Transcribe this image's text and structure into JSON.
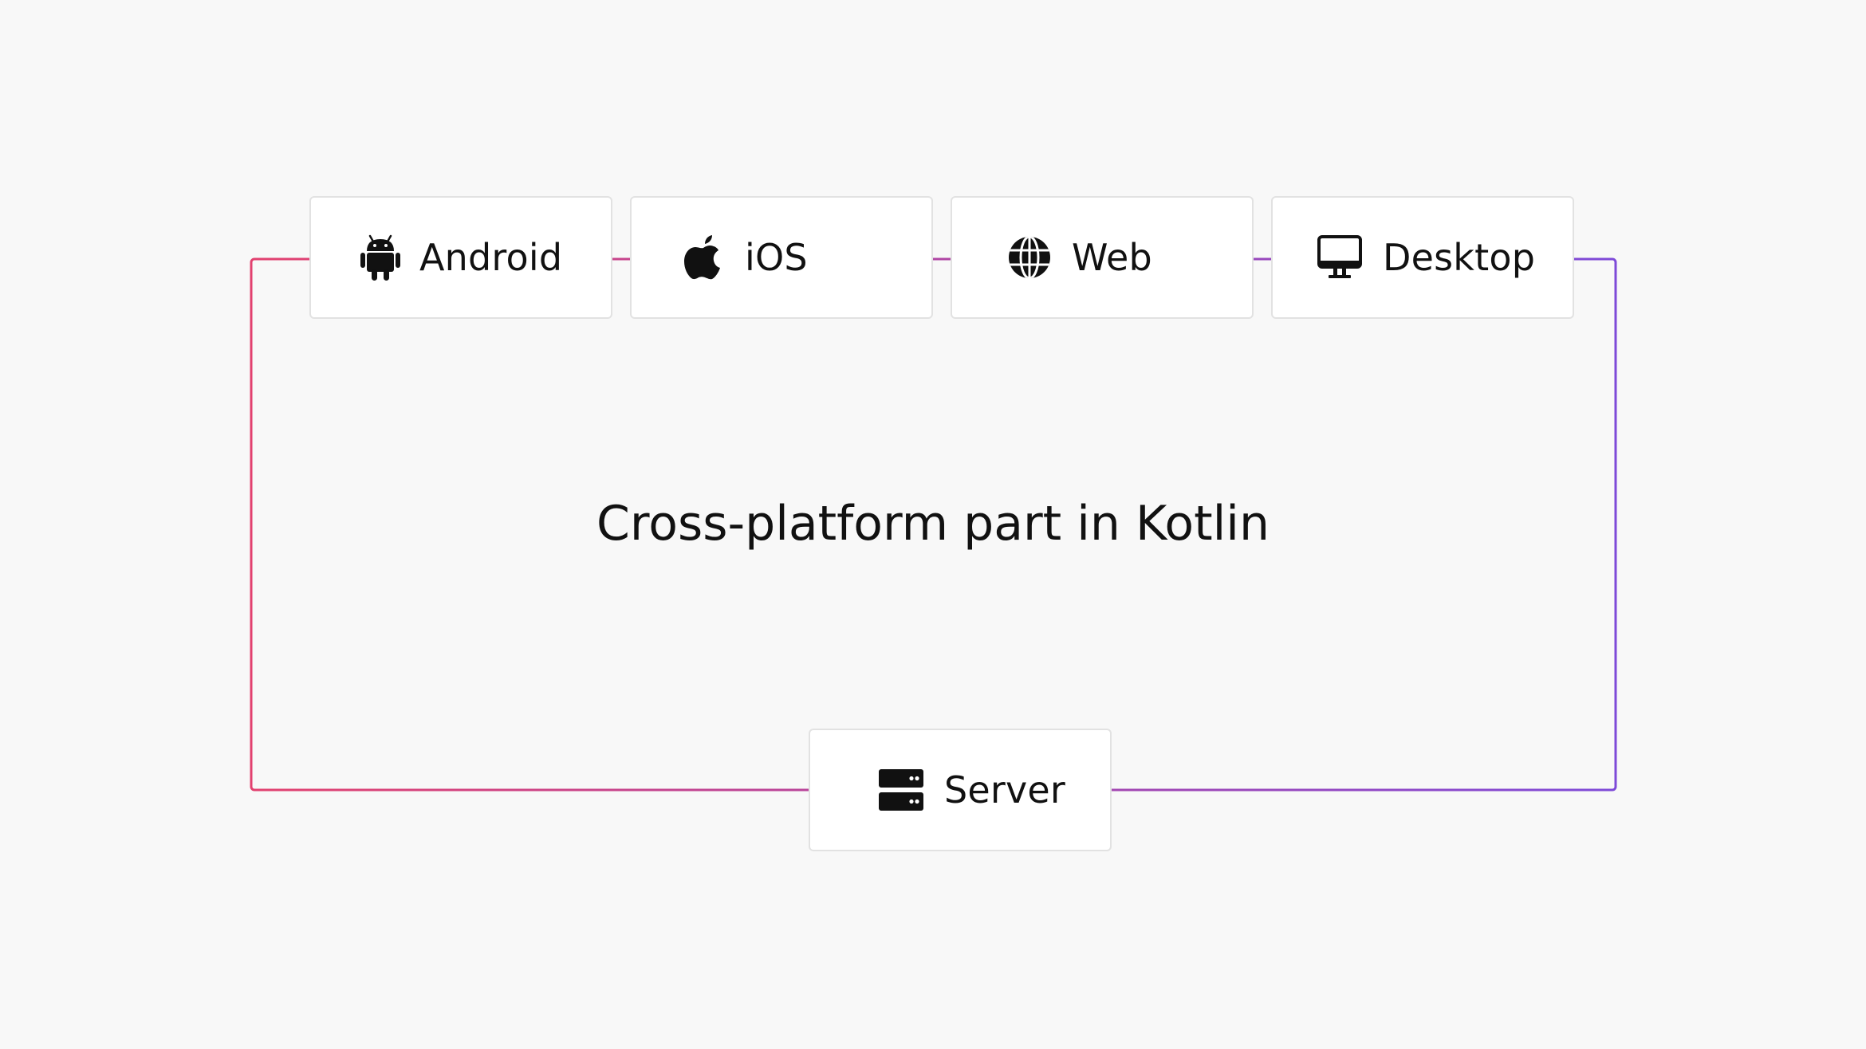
{
  "platforms": [
    {
      "label": "Android",
      "icon": "android-icon"
    },
    {
      "label": "iOS",
      "icon": "apple-icon"
    },
    {
      "label": "Web",
      "icon": "globe-icon"
    },
    {
      "label": "Desktop",
      "icon": "monitor-icon"
    }
  ],
  "center_label": "Cross-platform part in Kotlin",
  "server": {
    "label": "Server",
    "icon": "server-icon"
  },
  "colors": {
    "background": "#f8f8f8",
    "card": "#ffffff",
    "card_border": "#e2e2e2",
    "text": "#111111",
    "gradient_start": "#e2416f",
    "gradient_end": "#7e4ad8"
  }
}
